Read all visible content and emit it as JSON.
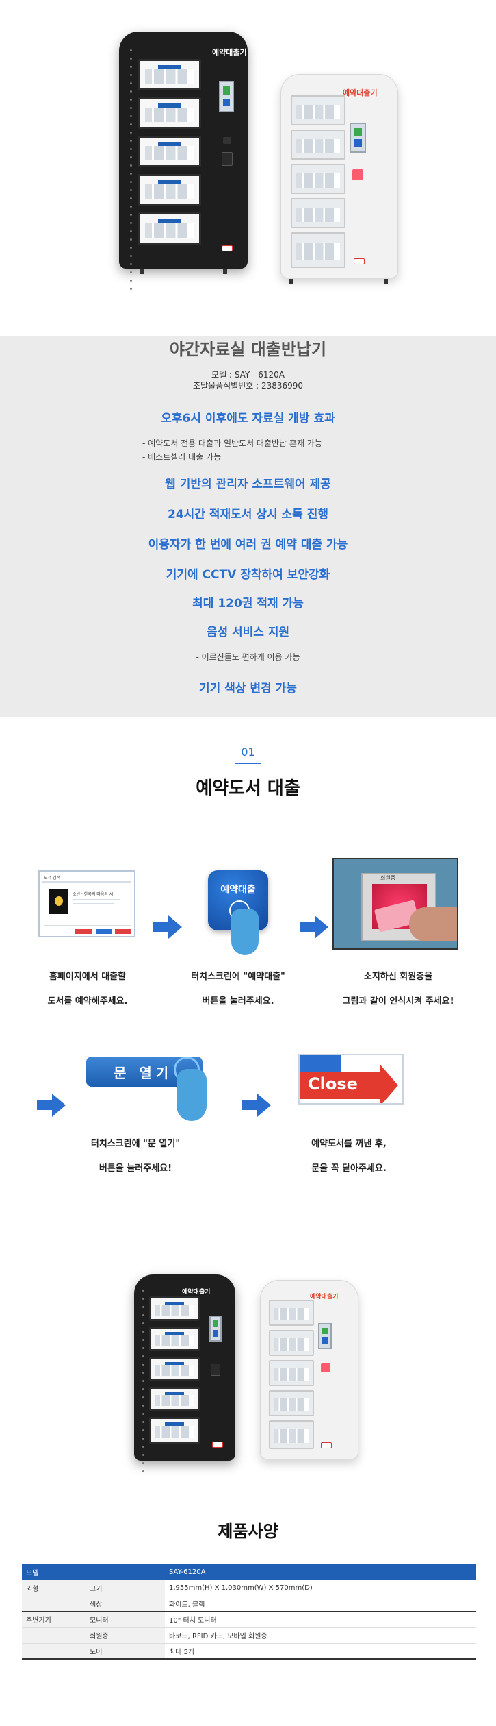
{
  "hero": {
    "black_brand": "예약대출기",
    "white_brand": "예약대출기"
  },
  "info": {
    "title": "야간자료실 대출반납기",
    "model": "모델 :  SAY - 6120A",
    "procurement": "조달물품식별번호  :  23836990",
    "features": [
      {
        "title": "오후6시 이후에도 자료실 개방 효과",
        "subs": [
          "-  예약도서 전용 대출과 일반도서 대출반납 혼재 가능",
          "-  베스트셀러 대출 가능"
        ]
      },
      {
        "title": "웹 기반의 관리자 소프트웨어 제공",
        "subs": []
      },
      {
        "title": "24시간 적재도서 상시 소독 진행",
        "subs": []
      },
      {
        "title": "이용자가 한 번에 여러 권 예약 대출 가능",
        "subs": []
      },
      {
        "title": "기기에 CCTV 장착하여 보안강화",
        "subs": []
      },
      {
        "title": "최대 120권 적재 가능",
        "subs": []
      },
      {
        "title": "음성 서비스 지원",
        "subs": [
          "- 어르신들도 편하게 이용 가능"
        ]
      },
      {
        "title": "기기 색상 변경 가능",
        "subs": []
      }
    ]
  },
  "section": {
    "number": "01",
    "title": "예약도서 대출"
  },
  "steps": [
    {
      "line1": "홈페이지에서 대출할",
      "line2": "도서를 예약해주세요."
    },
    {
      "line1": "터치스크린에 \"예약대출\"",
      "line2": "버튼을 눌러주세요."
    },
    {
      "line1": "소지하신 회원증을",
      "line2": "그림과 같이 인식시켜 주세요!"
    },
    {
      "line1": "터치스크린에 \"문 열기\"",
      "line2": "버튼을 눌러주세요!"
    },
    {
      "line1": "예약도서를 꺼낸 후,",
      "line2": "문을 꼭 닫아주세요."
    }
  ],
  "mockups": {
    "web_title": "도서 검색",
    "web_book": "소년 · 한국의 마음의 시",
    "touch_label": "예약대출",
    "reader_tag": "회원증",
    "open_label": "문 열기",
    "close_label": "Close"
  },
  "spec": {
    "title": "제품사양",
    "header": {
      "label": "모델",
      "value": "SAY-6120A"
    },
    "rows": [
      {
        "group": "외형",
        "item": "크기",
        "value": "1,955mm(H) X 1,030mm(W) X 570mm(D)"
      },
      {
        "group": "",
        "item": "색상",
        "value": "화이트, 블랙"
      },
      {
        "group": "주변기기",
        "item": "모니터",
        "value": "10\" 터치 모니터"
      },
      {
        "group": "",
        "item": "회원증",
        "value": "바코드, RFID 카드, 모바일 회원증"
      },
      {
        "group": "",
        "item": "도어",
        "value": "최대 5개"
      }
    ]
  },
  "colors": {
    "accent_blue": "#2a6fcf",
    "header_blue": "#1f5fb4",
    "close_red": "#e23a2e",
    "info_bg": "#ebebeb"
  }
}
